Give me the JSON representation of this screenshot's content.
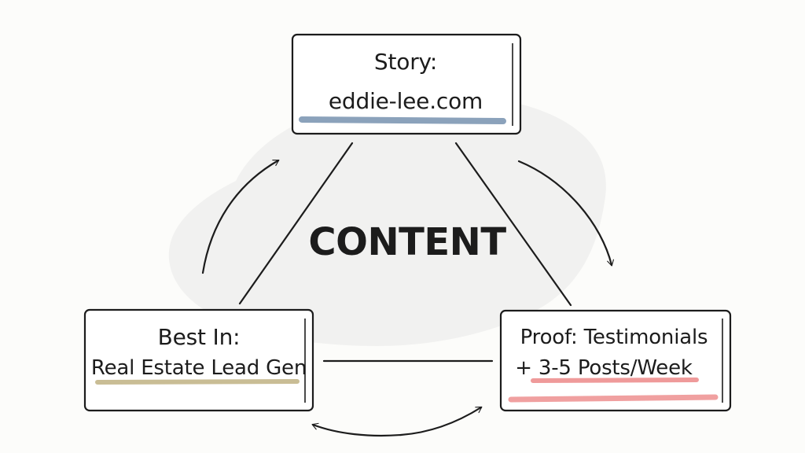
{
  "diagram": {
    "center_label": "CONTENT",
    "nodes": {
      "story": {
        "line1": "Story:",
        "line2": "eddie-lee.com",
        "highlight_color": "#7f98b4"
      },
      "best_in": {
        "line1": "Best In:",
        "line2": "Real Estate Lead Gen",
        "highlight_color": "#c4b68a"
      },
      "proof": {
        "line1": "Proof: Testimonials",
        "line2": "+ 3-5 Posts/Week",
        "highlight_color": "#ee9090"
      }
    },
    "colors": {
      "ink": "#1c1c1c",
      "box_fill": "#ffffff",
      "blob": "#efefee"
    }
  }
}
